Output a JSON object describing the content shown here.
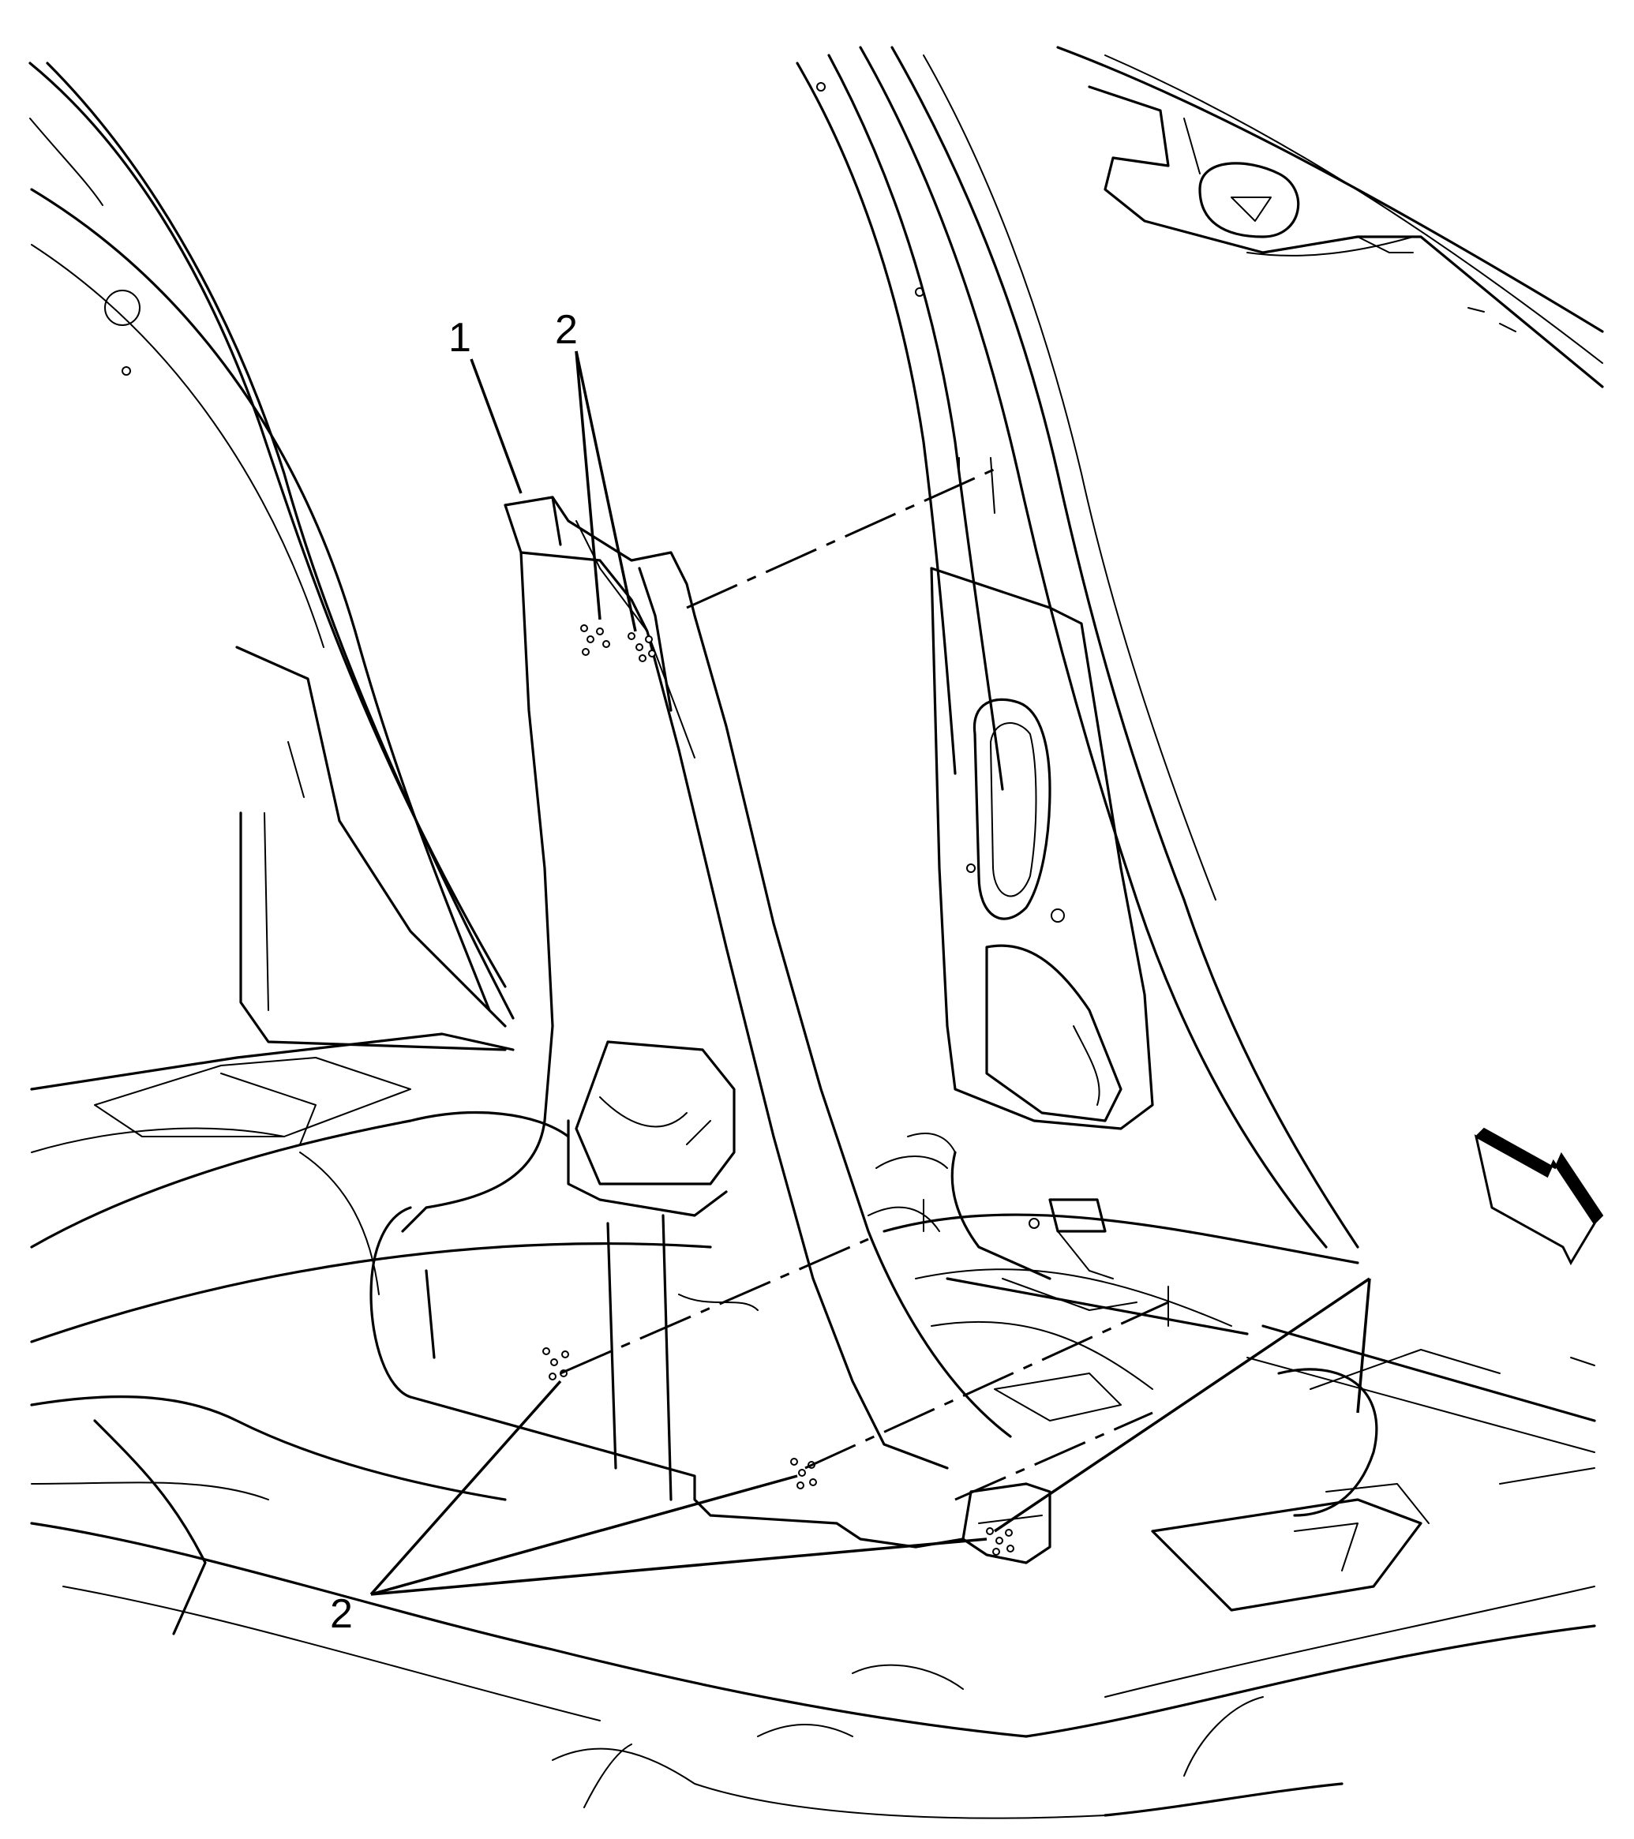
{
  "callouts": {
    "one": "1",
    "two_top": "2",
    "two_bottom": "2"
  },
  "colors": {
    "line": "#000000",
    "background": "#ffffff"
  },
  "icons": {
    "direction": "front-arrow-icon"
  }
}
